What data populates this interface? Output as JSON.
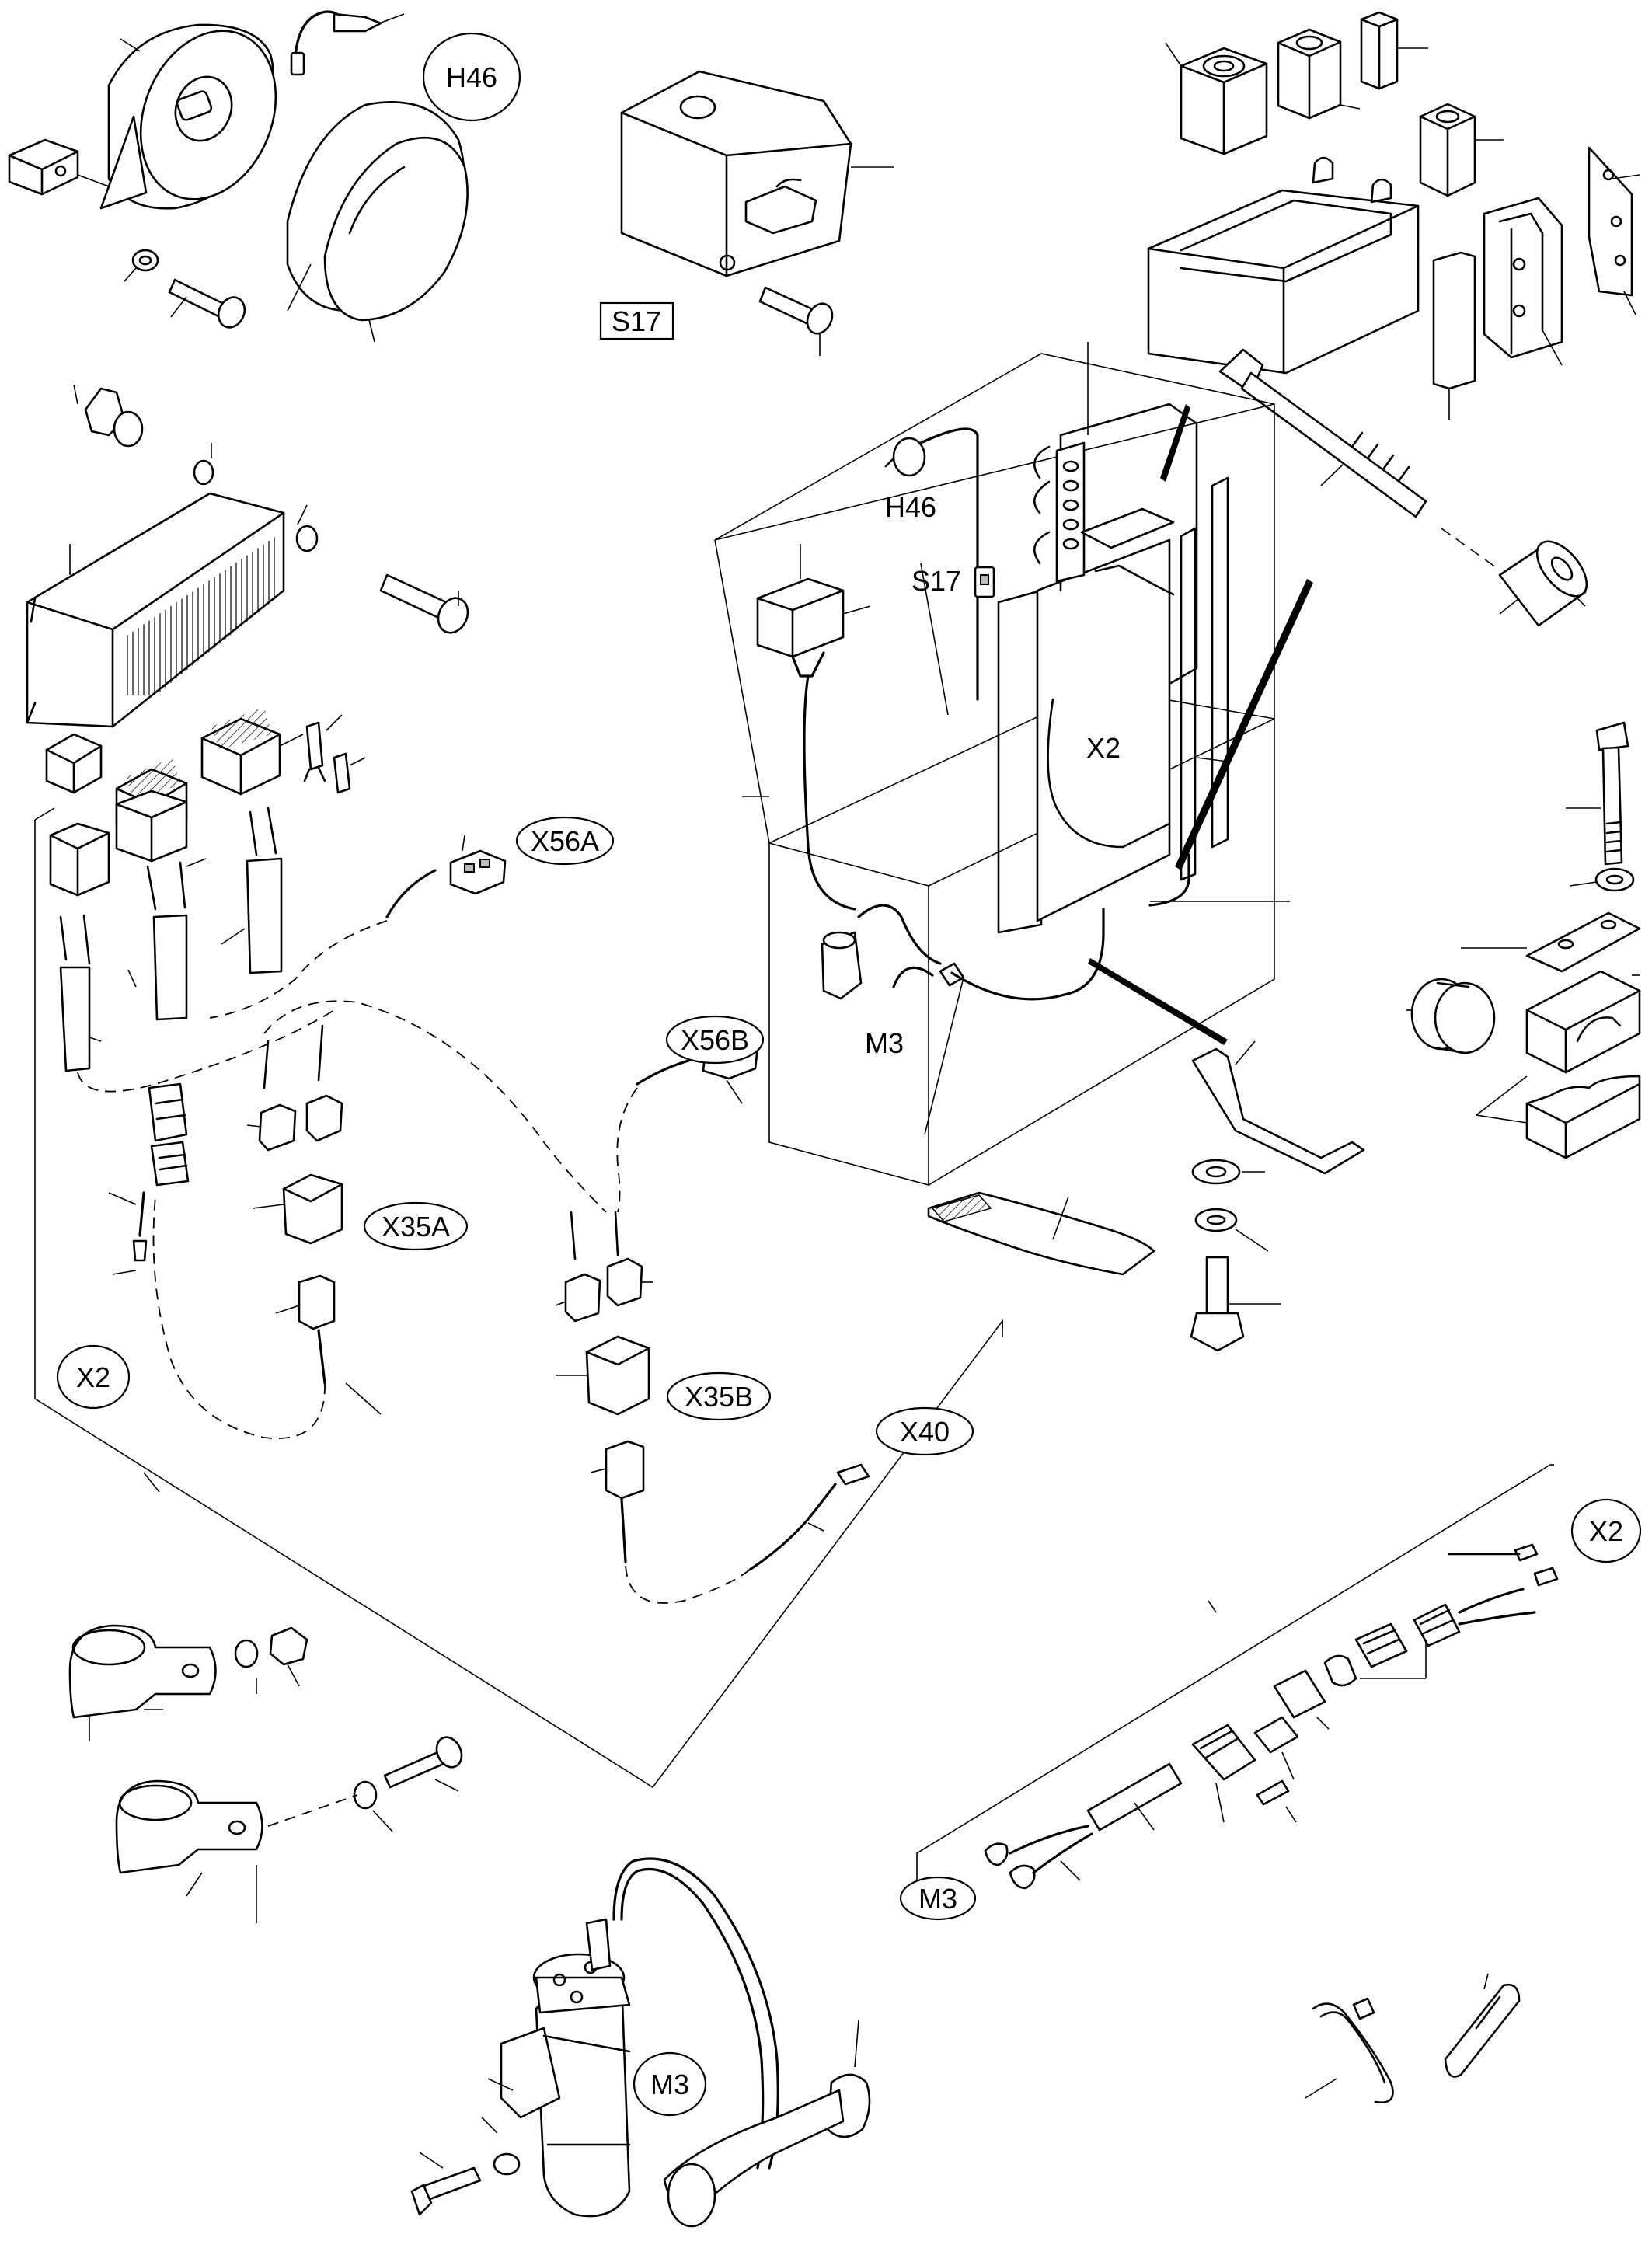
{
  "labels": {
    "H46_top": "H46",
    "S17_top": "S17",
    "H46_box": "H46",
    "S17_box": "S17",
    "X2_box": "X2",
    "M3_box": "M3",
    "X56A": "X56A",
    "X56B": "X56B",
    "X35A": "X35A",
    "X35B": "X35B",
    "X40": "X40",
    "X2_harness": "X2",
    "X2_cable": "X2",
    "M3_cable": "M3",
    "M3_pump": "M3"
  }
}
